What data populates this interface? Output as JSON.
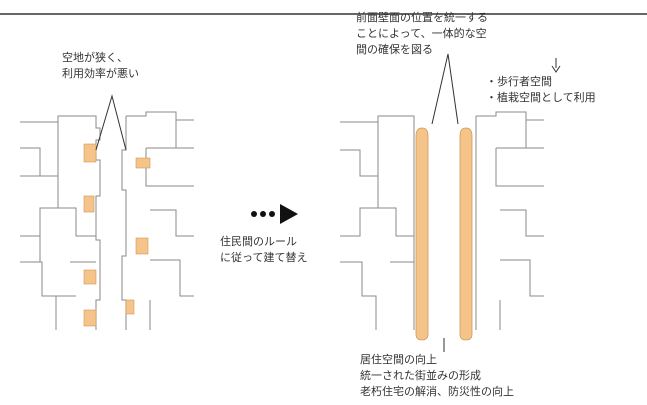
{
  "left_callout": {
    "lines": [
      "空地が狭く、",
      "利用効率が悪い"
    ]
  },
  "middle_note": {
    "lines": [
      "住民間のルール",
      "に従って建て替え"
    ]
  },
  "top_right_callout": {
    "lines": [
      "前面壁面の位置を統一する",
      "ことによって、一体的な空",
      "間の確保を図る"
    ]
  },
  "uses": {
    "lines": [
      "・歩行者空間",
      "・植栽空間として利用"
    ]
  },
  "bottom_callout": {
    "lines": [
      "居住空間の向上",
      "統一された街並みの形成",
      "老朽住宅の解消、防災性の向上"
    ]
  },
  "colors": {
    "highlight": "#f4c48a",
    "highlight_stroke": "#d49a55",
    "lines": "#8a8a8a"
  }
}
